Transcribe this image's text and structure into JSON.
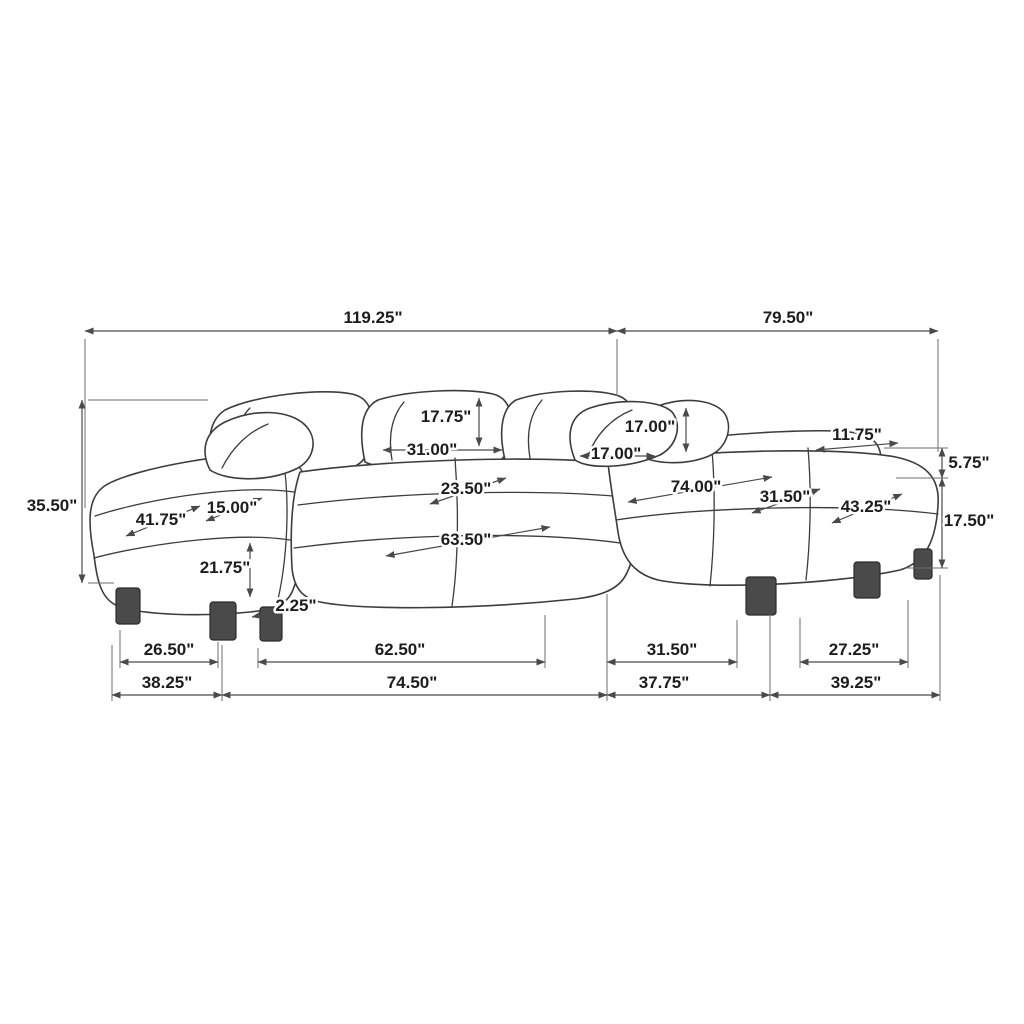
{
  "diagram": {
    "subject": "sectional-sofa-with-chaise-dimension-drawing",
    "unit": "inches",
    "line_color": "#3c3c3c",
    "dim_color": "#4a4a4a",
    "background": "#ffffff"
  },
  "dims": {
    "overall_left": "119.25\"",
    "overall_right": "79.50\"",
    "overall_height": "35.50\"",
    "back_cushion_height": "17.75\"",
    "back_cushion_width": "31.00\"",
    "pillow_a": "17.00\"",
    "pillow_b": "17.00\"",
    "right_rail_length": "11.75\"",
    "right_rail_height": "5.75\"",
    "right_seat_height": "17.50\"",
    "left_arm_depth": "41.75\"",
    "left_arm_width": "15.00\"",
    "seat_depth": "23.50\"",
    "chaise_length": "74.00\"",
    "chaise_width": "31.50\"",
    "chaise_depth": "43.25\"",
    "seat_width": "63.50\"",
    "left_arm_height": "21.75\"",
    "leg_inset": "2.25\"",
    "leg_span_left": "26.50\"",
    "leg_span_seat": "62.50\"",
    "leg_span_chaise": "31.50\"",
    "leg_span_right": "27.25\"",
    "base_left": "38.25\"",
    "base_seat": "74.50\"",
    "base_chaise": "37.75\"",
    "base_right": "39.25\""
  }
}
